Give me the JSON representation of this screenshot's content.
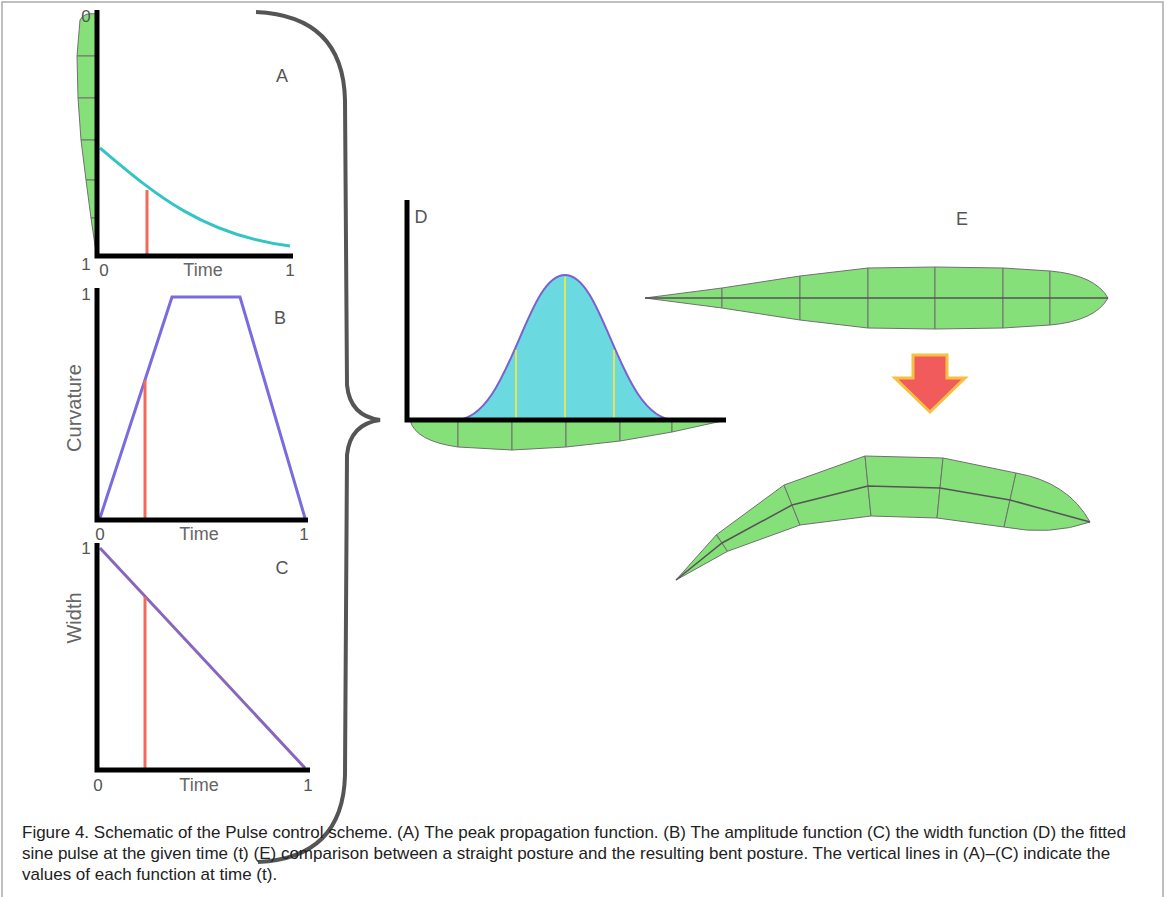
{
  "diagram": {
    "caption": "Figure 4. Schematic of the Pulse control scheme. (A) The peak propagation function. (B) The amplitude function (C) the width function (D) the fitted sine pulse at the given time (t) (E) comparison between a straight posture and the resulting bent posture. The vertical lines in (A)–(C) indicate the values of each function at time (t).",
    "labels": [
      "0",
      "1",
      "0",
      "Time",
      "1",
      "A",
      "1",
      "Curvature",
      "0",
      "Time",
      "1",
      "B",
      "1",
      "Width",
      "0",
      "Time",
      "1",
      "C",
      "D",
      "E"
    ]
  }
}
